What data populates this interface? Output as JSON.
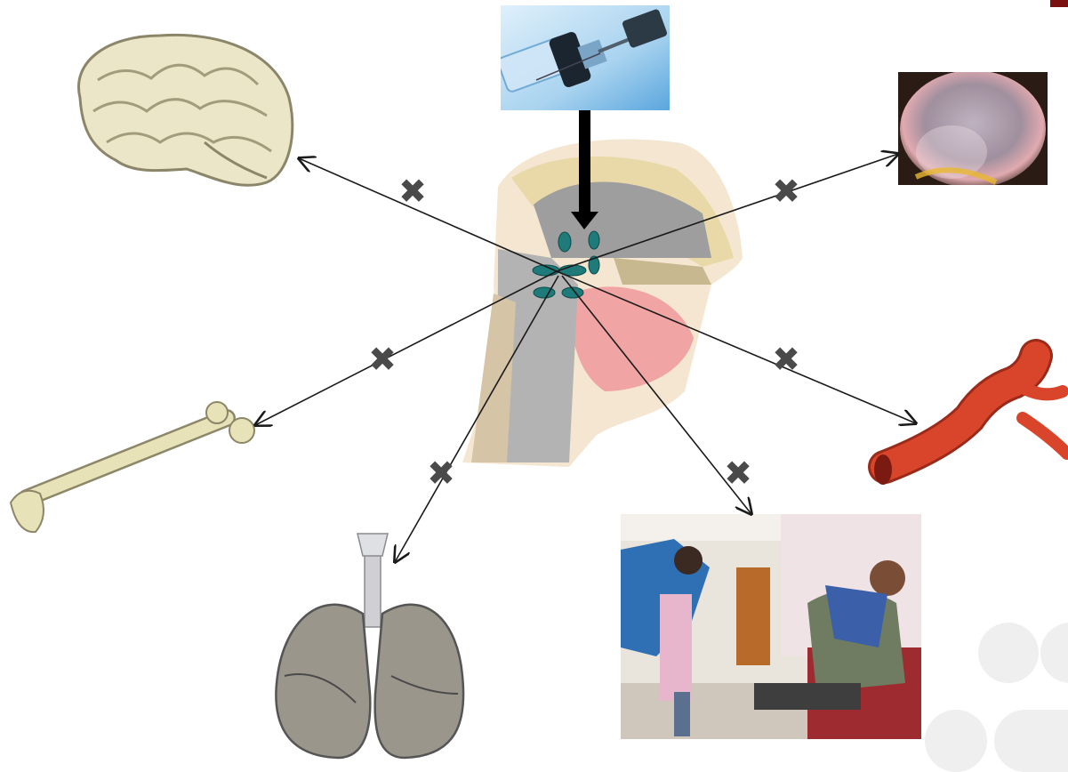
{
  "diagram": {
    "center": {
      "name": "head-sagittal-section",
      "icon": "nasopharynx-section-icon"
    },
    "source": {
      "name": "vaccine-syringe-vial",
      "icon": "syringe-icon"
    },
    "blocked_targets": [
      {
        "name": "brain",
        "icon": "brain-icon"
      },
      {
        "name": "middle-ear",
        "icon": "eardrum-icon"
      },
      {
        "name": "bone",
        "icon": "femur-icon"
      },
      {
        "name": "blood-vessel",
        "icon": "artery-icon"
      },
      {
        "name": "lungs",
        "icon": "lungs-icon"
      },
      {
        "name": "people-contacts",
        "icon": "people-hugging-icon"
      }
    ],
    "block_marker": {
      "glyph": "✖",
      "color": "#4a4a4a"
    },
    "colors": {
      "arrow": "#1a1a1a",
      "nodes": "#1f7a7a",
      "brain": "#ece6c8",
      "bone": "#e8e2b8",
      "artery": "#d9452b",
      "lung": "#9a968c",
      "accent_mark": "#7a1010"
    }
  }
}
